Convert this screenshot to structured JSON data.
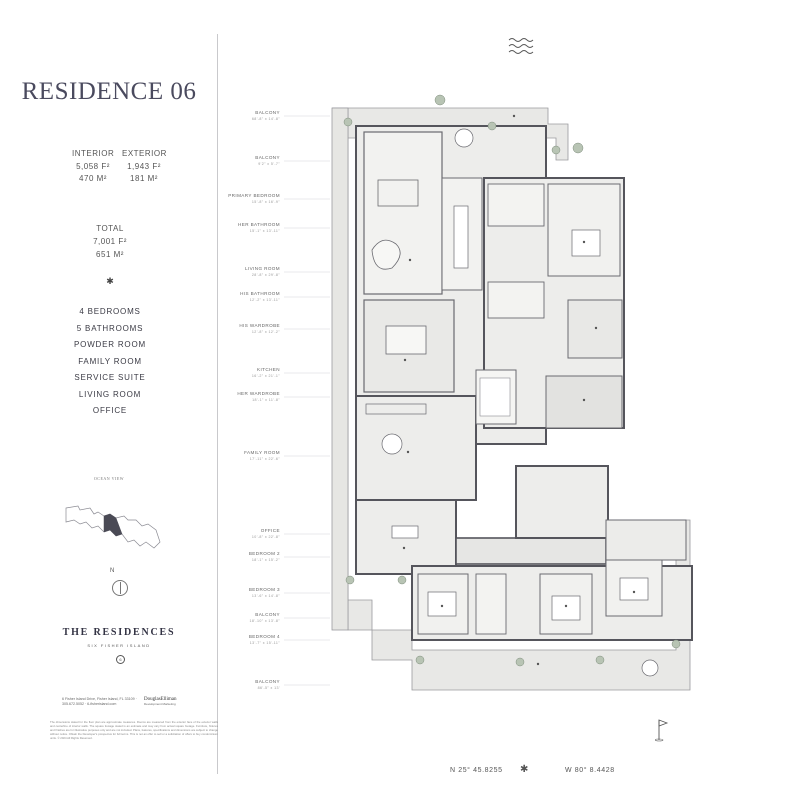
{
  "title": "RESIDENCE 06",
  "area": {
    "interior_label": "INTERIOR",
    "interior_sqft": "5,058 F²",
    "interior_sqm": "470 M²",
    "exterior_label": "EXTERIOR",
    "exterior_sqft": "1,943 F²",
    "exterior_sqm": "181 M²",
    "total_label": "TOTAL",
    "total_sqft": "7,001 F²",
    "total_sqm": "651 M²"
  },
  "separator_glyph": "✱",
  "rooms": [
    "4 BEDROOMS",
    "5 BATHROOMS",
    "POWDER ROOM",
    "FAMILY ROOM",
    "SERVICE SUITE",
    "LIVING ROOM",
    "OFFICE"
  ],
  "keyplan": {
    "ocean_label": "OCEAN VIEW",
    "north_label": "N"
  },
  "brand": {
    "name": "THE RESIDENCES",
    "subtitle": "SIX FISHER ISLAND",
    "mark": "6"
  },
  "address": "6 Fisher Island Drive, Fisher Island, FL 33109 · 305.672.5052 · 6-fisherisland.com",
  "developer": {
    "name": "DouglasElliman",
    "sub": "Development Marketing"
  },
  "disclaimer": "The dimensions stated for the floor plan are approximate measures. Rooms are measured from the exterior face of the exterior walls and centerline of interior walls. The square footage stated is an estimate and may vary from actual square footage. Furniture, fixtures and finishes are for illustrative purposes only and are not included. Plans, features, specifications and dimensions are subject to change without notice. Obtain the Developer's prospectus for full terms. This is not an offer to sell or a solicitation of offers to buy condominium units. © 2024 All Rights Reserved.",
  "plan_labels": [
    {
      "name": "BALCONY",
      "dim": "68'-8\" x 14'-8\""
    },
    {
      "name": "BALCONY",
      "dim": "9'2\" x 5'-7\""
    },
    {
      "name": "PRIMARY BEDROOM",
      "dim": "15'-8\" x 16'-9\""
    },
    {
      "name": "HER BATHROOM",
      "dim": "15'-1\" x 13'-11\""
    },
    {
      "name": "LIVING ROOM",
      "dim": "28'-8\" x 29'-8\""
    },
    {
      "name": "HIS BATHROOM",
      "dim": "12'-2\" x 13'-11\""
    },
    {
      "name": "HIS WARDROBE",
      "dim": "12'-8\" x 12'-2\""
    },
    {
      "name": "KITCHEN",
      "dim": "16'-2\" x 21'-1\""
    },
    {
      "name": "HER WARDROBE",
      "dim": "18'-1\" x 11'-8\""
    },
    {
      "name": "FAMILY ROOM",
      "dim": "17'-11\" x 22'-6\""
    },
    {
      "name": "OFFICE",
      "dim": "10'-8\" x 22'-8\""
    },
    {
      "name": "BEDROOM 2",
      "dim": "18'-1\" x 15'-2\""
    },
    {
      "name": "BEDROOM 3",
      "dim": "13'-6\" x 14'-8\""
    },
    {
      "name": "BALCONY",
      "dim": "18'-10\" x 13'-8\""
    },
    {
      "name": "BEDROOM 4",
      "dim": "13'-7\" x 15'-11\""
    },
    {
      "name": "BALCONY",
      "dim": "86'-5\" x 13'"
    }
  ],
  "coordinates": {
    "north": "N 25° 45.8255",
    "west": "W 80° 8.4428",
    "glyph": "✱"
  }
}
